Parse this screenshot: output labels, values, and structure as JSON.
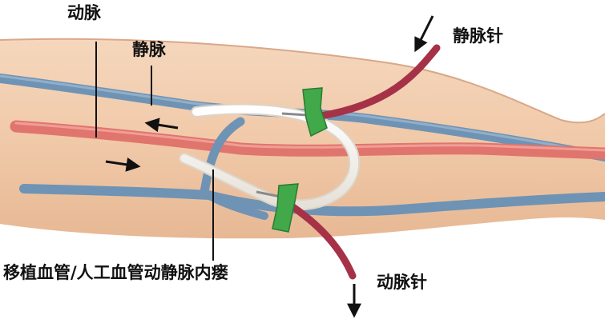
{
  "labels": {
    "artery": "动脉",
    "vein": "静脉",
    "venous_needle": "静脉针",
    "arterial_needle": "动脉针",
    "graft_fistula": "移植血管/人工血管动静脉内瘘"
  },
  "colors": {
    "skin": "#f2cdb0",
    "artery": "#e0756d",
    "vein": "#6f93b4",
    "needle_tubing": "#a63248",
    "needle_wing": "#41a94a",
    "graft": "#f3f0ea"
  }
}
